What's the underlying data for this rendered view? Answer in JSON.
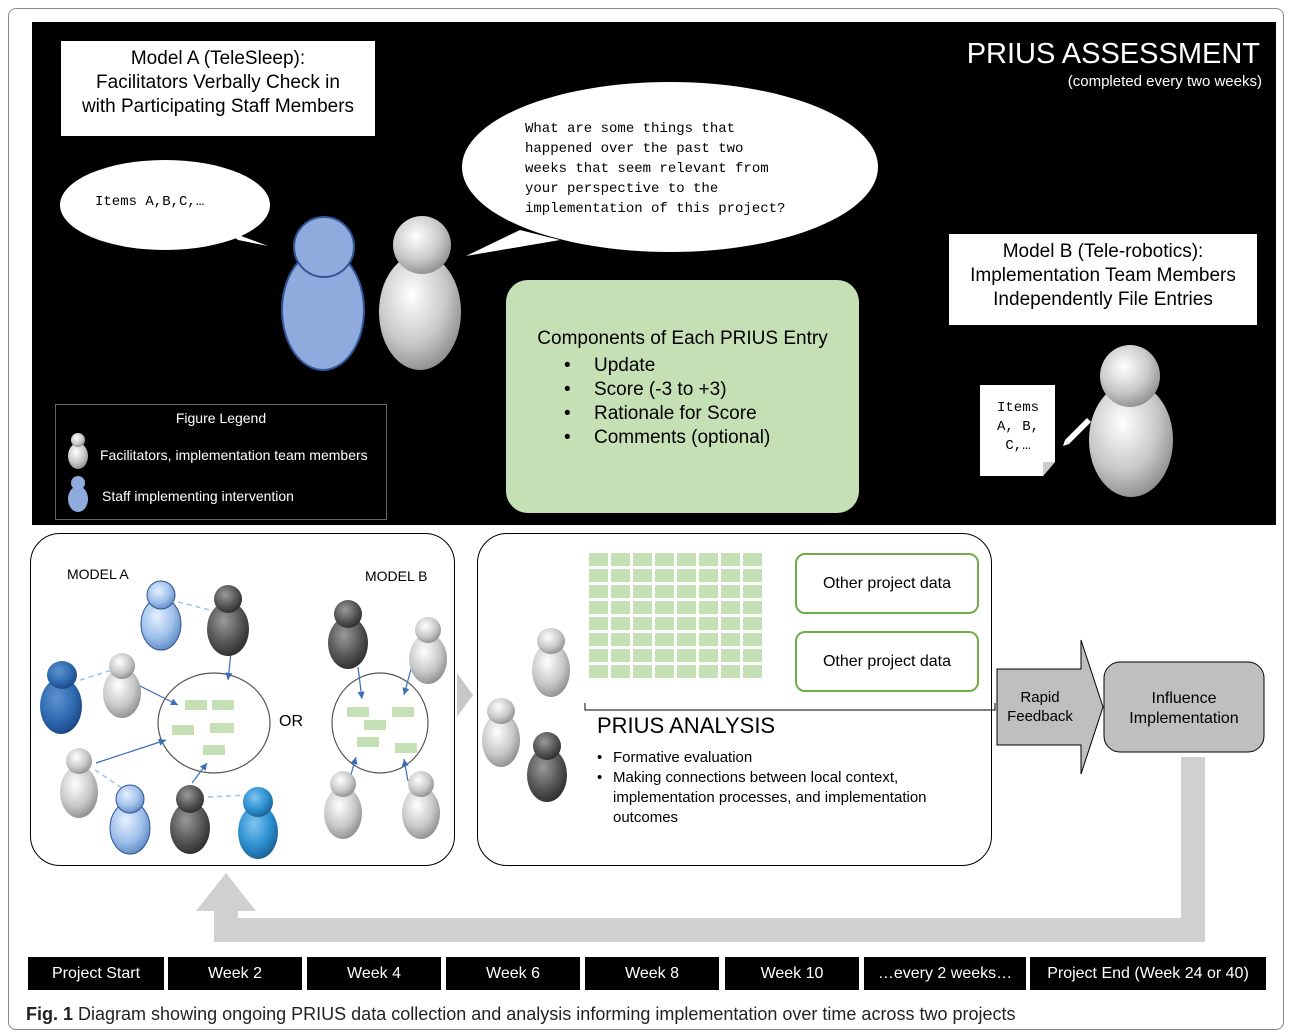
{
  "header": {
    "title": "PRIUS ASSESSMENT",
    "subtitle": "(completed every two weeks)"
  },
  "model_a": {
    "line1": "Model A (TeleSleep):",
    "line2": "Facilitators Verbally Check in",
    "line3": "with Participating Staff Members"
  },
  "model_b": {
    "line1": "Model B (Tele-robotics):",
    "line2": "Implementation Team Members",
    "line3": "Independently File Entries"
  },
  "speech": {
    "left": "Items A,B,C,…",
    "right_lines": [
      "What are some things that",
      "happened over the past two",
      "weeks that seem relevant from",
      "your perspective to the",
      "implementation of this project?"
    ]
  },
  "paper": {
    "lines": [
      "Items",
      "A, B,",
      "C,…"
    ]
  },
  "components": {
    "title": "Components of Each PRIUS Entry",
    "items": [
      "Update",
      "Score (-3 to +3)",
      "Rationale for Score",
      "Comments (optional)"
    ]
  },
  "legend": {
    "title": "Figure Legend",
    "gray_label": "Facilitators, implementation team members",
    "blue_label": "Staff implementing intervention"
  },
  "bottom": {
    "model_a_label": "MODEL A",
    "model_b_label": "MODEL B",
    "or_label": "OR",
    "other1": "Other project data",
    "other2": "Other project data",
    "analysis_title": "PRIUS ANALYSIS",
    "analysis_bullets": [
      "Formative evaluation",
      "Making connections between local context,"
    ],
    "analysis_cont": [
      "implementation processes, and implementation",
      "outcomes"
    ],
    "rapid_line1": "Rapid",
    "rapid_line2": "Feedback",
    "influence_line1": "Influence",
    "influence_line2": "Implementation"
  },
  "timeline": [
    "Project Start",
    "Week 2",
    "Week 4",
    "Week 6",
    "Week 8",
    "Week 10",
    "…every 2 weeks…",
    "Project End (Week 24 or 40)"
  ],
  "caption": {
    "label": "Fig. 1",
    "text": "Diagram showing ongoing PRIUS data collection and analysis informing implementation over time across two projects"
  },
  "colors": {
    "green": "#c5e0b4",
    "green_border": "#70ad47",
    "blue": "#8faadc",
    "gray": "#bfbfbf"
  }
}
